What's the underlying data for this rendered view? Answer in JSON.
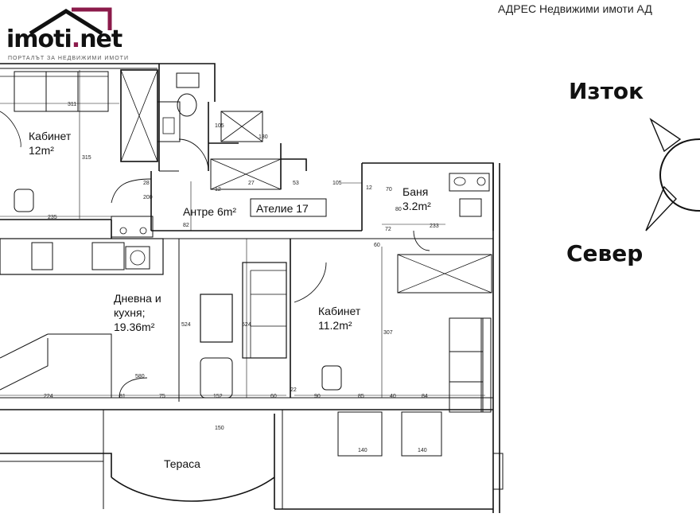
{
  "logo": {
    "text_main": "imoti",
    "text_dot": ".",
    "text_tld": "net",
    "tagline": "ПОРТАЛЪТ ЗА НЕДВИЖИМИ ИМОТИ"
  },
  "agency": "АДРЕС Недвижими имоти АД",
  "rooms": {
    "office1": {
      "name": "Кабинет",
      "area": "12m²"
    },
    "hall": {
      "name": "Антре 6m²"
    },
    "studio": {
      "name": "Ателие 17"
    },
    "bath": {
      "name": "Баня",
      "area": "3.2m²"
    },
    "living": {
      "name1": "Дневна и",
      "name2": "кухня;",
      "area": "19.36m²"
    },
    "office2": {
      "name": "Кабинет",
      "area": "11.2m²"
    },
    "terrace": {
      "name": "Тераса"
    }
  },
  "compass": {
    "east": "Изток",
    "north": "Север"
  },
  "dims": [
    "311",
    "315",
    "235",
    "224",
    "81",
    "75",
    "152",
    "60",
    "90",
    "85",
    "40",
    "84",
    "200",
    "580",
    "524",
    "524",
    "307",
    "233",
    "140",
    "140",
    "105",
    "53",
    "27",
    "28",
    "12",
    "70",
    "80",
    "105",
    "130",
    "60",
    "72",
    "82",
    "22",
    "12",
    "150"
  ]
}
